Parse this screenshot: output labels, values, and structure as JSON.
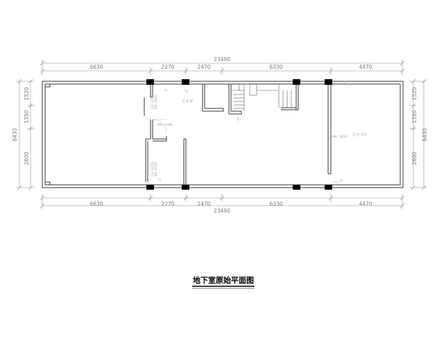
{
  "drawing": {
    "title": "地下室原始平面图",
    "top": {
      "overall": "23490",
      "segments": [
        "6630",
        "2270",
        "2470",
        "6330",
        "4470"
      ]
    },
    "bottom": {
      "overall": "23490",
      "segments": [
        "6630",
        "2270",
        "2470",
        "6330",
        "4470"
      ]
    },
    "left": {
      "overall": "6430",
      "segments": [
        "1520",
        "1350",
        "2600"
      ]
    },
    "right": {
      "overall": "6430",
      "segments": [
        "1520",
        "1350",
        "2600"
      ]
    },
    "annotations": {
      "room_a": "卫 文 砂",
      "room_b": "卫 文 111",
      "mh_1": "MH: 2280",
      "mh_2": "MH: 3010",
      "ch_1a": "CH: 2250",
      "ch_1b": "SD: 1800",
      "ch_2a": "CH: 2250",
      "ch_2b": "SD: 1530",
      "mark_up": "上"
    }
  },
  "colors": {
    "wall": "#333333",
    "column": "#000000",
    "dim_line": "#8c8c8c",
    "text": "#000000"
  }
}
